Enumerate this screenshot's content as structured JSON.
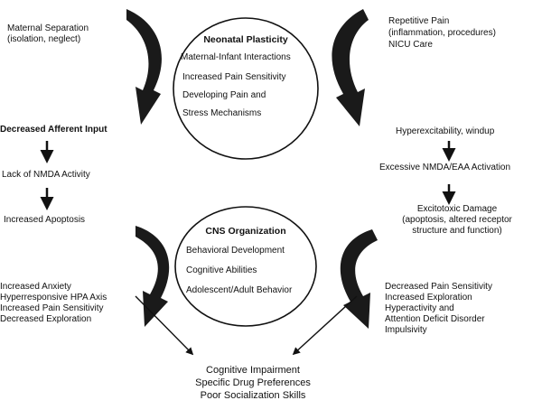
{
  "top_ellipse": {
    "title": "Neonatal Plasticity",
    "items": [
      "Maternal-Infant Interactions",
      "Increased Pain Sensitivity",
      "Developing Pain and",
      "Stress Mechanisms"
    ]
  },
  "bottom_ellipse": {
    "title": "CNS Organization",
    "items": [
      "Behavioral Development",
      "Cognitive Abilities",
      "Adolescent/Adult Behavior"
    ]
  },
  "left": {
    "top_lines": [
      "Maternal Separation",
      "(isolation, neglect)"
    ],
    "afferent": "Decreased Afferent Input",
    "nmda": "Lack of NMDA Activity",
    "apoptosis": "Increased Apoptosis",
    "outcomes": [
      "Increased Anxiety",
      "Hyperresponsive HPA Axis",
      "Increased Pain Sensitivity",
      "Decreased Exploration"
    ]
  },
  "right": {
    "top_lines": [
      "Repetitive Pain",
      "(inflammation, procedures)",
      "NICU Care"
    ],
    "hyper": "Hyperexcitability, windup",
    "nmda": "Excessive NMDA/EAA Activation",
    "damage": [
      "Excitotoxic Damage",
      "(apoptosis, altered receptor",
      "structure and function)"
    ],
    "outcomes": [
      "Decreased Pain Sensitivity",
      "Increased Exploration",
      "Hyperactivity  and",
      "Attention Deficit Disorder",
      "Impulsivity"
    ]
  },
  "bottom_outcomes": [
    "Cognitive Impairment",
    "Specific Drug Preferences",
    "Poor Socialization Skills"
  ]
}
